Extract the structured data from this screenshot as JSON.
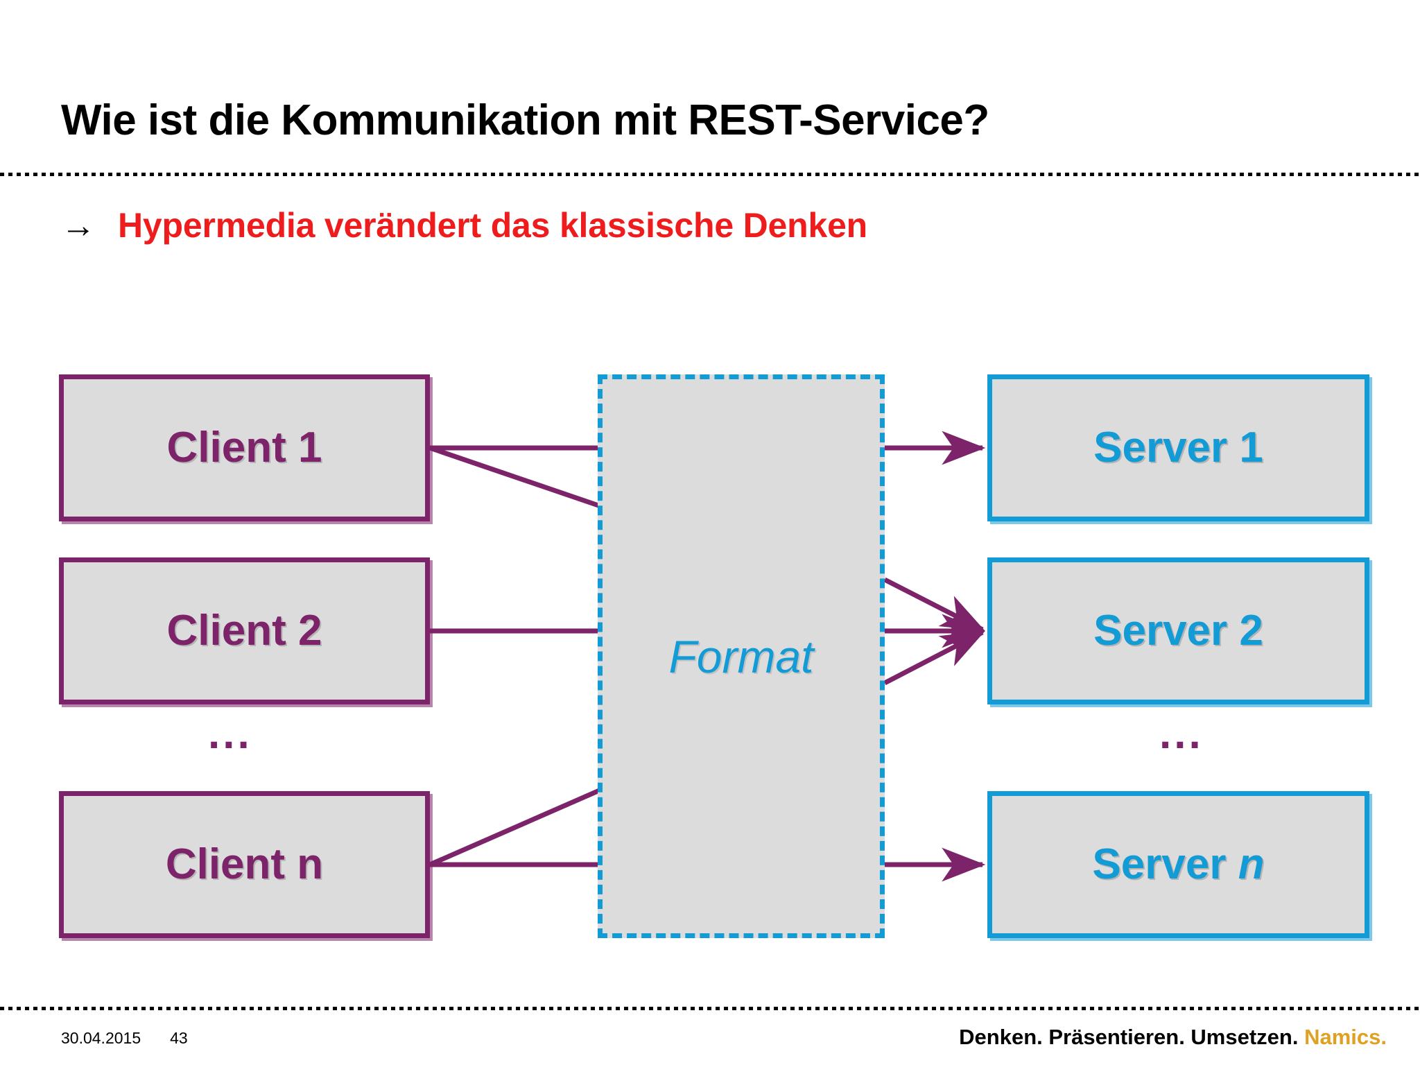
{
  "slide": {
    "title": "Wie ist die Kommunikation mit REST-Service?",
    "subtitle_arrow_icon": "→",
    "subtitle": "Hypermedia verändert das klassische Denken"
  },
  "diagram": {
    "clients": [
      {
        "label": "Client 1"
      },
      {
        "label": "Client 2"
      },
      {
        "label_prefix": "Client ",
        "label_italic": "n"
      }
    ],
    "client_ellipsis": "...",
    "format": {
      "label": "Format"
    },
    "servers": [
      {
        "label": "Server 1"
      },
      {
        "label": "Server 2"
      },
      {
        "label_prefix": "Server ",
        "label_italic": "n"
      }
    ],
    "server_ellipsis": "...",
    "colors": {
      "client_accent": "#7C2369",
      "server_accent": "#139BD5",
      "box_fill": "#DCDCDC",
      "connector": "#7C2369",
      "subtitle": "#EE1C1C",
      "brand": "#E0A021"
    },
    "connections": [
      {
        "from": "Client 1",
        "to": "Server 1"
      },
      {
        "from": "Client 1",
        "to": "Server 2"
      },
      {
        "from": "Client 2",
        "to": "Server 2"
      },
      {
        "from": "Client n",
        "to": "Server 2"
      },
      {
        "from": "Client n",
        "to": "Server n"
      }
    ]
  },
  "footer": {
    "date": "30.04.2015",
    "page_number": "43",
    "tagline": "Denken. Präsentieren. Umsetzen.",
    "brand": "Namics."
  }
}
